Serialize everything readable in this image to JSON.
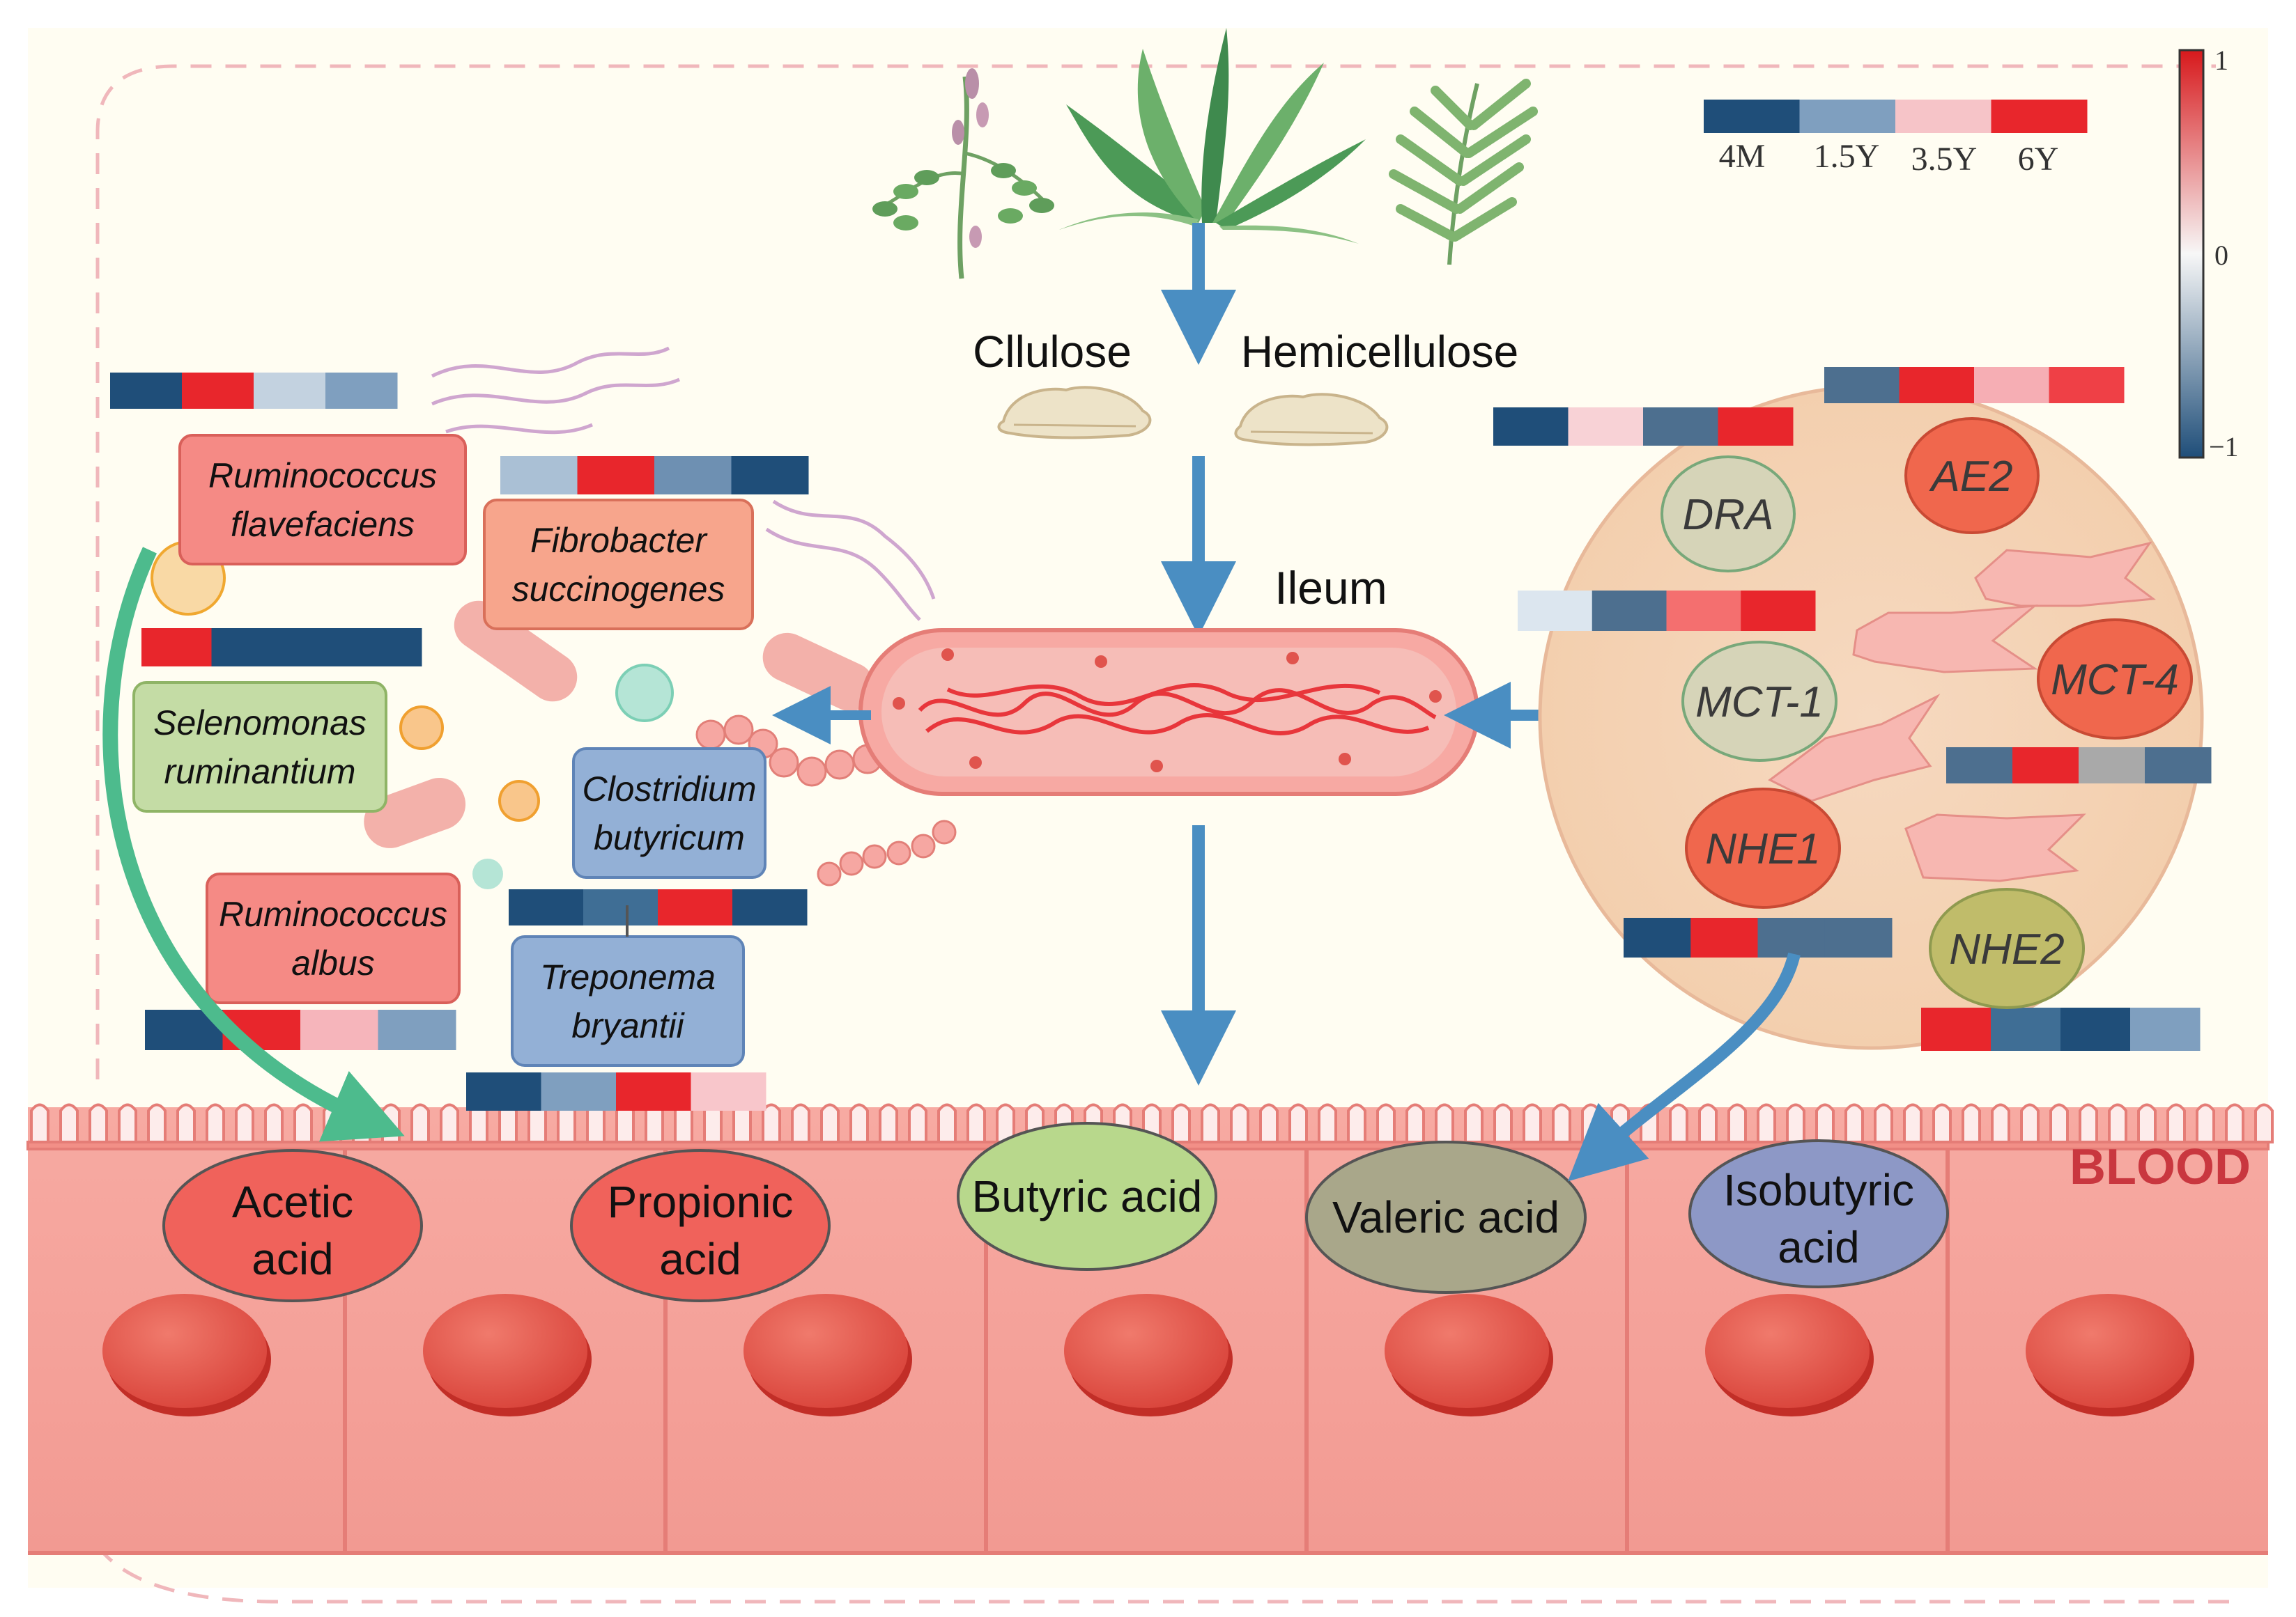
{
  "legend": {
    "time_points": [
      "4M",
      "1.5Y",
      "3.5Y",
      "6Y"
    ],
    "swatch_colors": [
      "#1f4e79",
      "#7f9fbf",
      "#f6c4c8",
      "#e8262c"
    ],
    "colorbar": {
      "max_label": "1",
      "mid_label": "0",
      "min_label": "−1"
    }
  },
  "substrates": {
    "cellulose": "Cllulose",
    "hemicellulose": "Hemicellulose"
  },
  "ileum_label": "Ileum",
  "blood_label": "BLOOD",
  "bacteria": [
    {
      "id": "ruminococcus-flavefaciens",
      "line1": "Ruminococcus",
      "line2": "flavefaciens",
      "heat": [
        "#1f4e79",
        "#e8262c",
        "#c3d2e0",
        "#7f9fbf"
      ]
    },
    {
      "id": "fibrobacter-succinogenes",
      "line1": "Fibrobacter",
      "line2": "succinogenes",
      "heat": [
        "#aac0d5",
        "#e8262c",
        "#6e90b2",
        "#1f4e79"
      ]
    },
    {
      "id": "selenomonas-ruminantium",
      "line1": "Selenomonas",
      "line2": "ruminantium",
      "heat": [
        "#e8262c",
        "#1f4e79",
        "#1f4e79",
        "#1f4e79"
      ]
    },
    {
      "id": "clostridium-butyricum",
      "line1": "Clostridium",
      "line2": "butyricum",
      "heat": [
        "#1f4e79",
        "#3f6e95",
        "#e8262c",
        "#1f4e79"
      ]
    },
    {
      "id": "ruminococcus-albus",
      "line1": "Ruminococcus",
      "line2": "albus",
      "heat": [
        "#1f4e79",
        "#e8262c",
        "#f6b5bb",
        "#7f9fbf"
      ]
    },
    {
      "id": "treponema-bryantii",
      "line1": "Treponema",
      "line2": "bryantii",
      "heat": [
        "#1f4e79",
        "#7f9fbf",
        "#e8262c",
        "#f8c6cb"
      ]
    }
  ],
  "transporters": [
    {
      "id": "dra",
      "label": "DRA",
      "heat": [
        "#1f4e79",
        "#f8d2d6",
        "#4d6f8f",
        "#e8262c"
      ]
    },
    {
      "id": "ae2",
      "label": "AE2",
      "heat": [
        "#4d6f8f",
        "#e8262c",
        "#f6aeb4",
        "#ef4046"
      ]
    },
    {
      "id": "mct-1",
      "label": "MCT-1",
      "heat": [
        "#dce6ef",
        "#4d6f8f",
        "#f46f6f",
        "#e8262c"
      ]
    },
    {
      "id": "mct-4",
      "label": "MCT-4",
      "heat": [
        "#4d6f8f",
        "#e8262c",
        "#a9a9a9",
        "#4d6f8f"
      ]
    },
    {
      "id": "nhe1",
      "label": "NHE1",
      "heat": [
        "#1f4e79",
        "#e8262c",
        "#4d6f8f",
        "#4d6f8f"
      ]
    },
    {
      "id": "nhe2",
      "label": "NHE2",
      "heat": [
        "#e8262c",
        "#3f6e95",
        "#1f4e79",
        "#7f9fbf"
      ]
    }
  ],
  "acids": [
    {
      "id": "acetic",
      "line1": "Acetic",
      "line2": "acid",
      "color": "#f0625b"
    },
    {
      "id": "propionic",
      "line1": "Propionic",
      "line2": "acid",
      "color": "#f0625b"
    },
    {
      "id": "butyric",
      "line1": "Butyric acid",
      "line2": "",
      "color": "#b8d88c"
    },
    {
      "id": "valeric",
      "line1": "Valeric acid",
      "line2": "",
      "color": "#a9a78a"
    },
    {
      "id": "isobutyric",
      "line1": "Isobutyric",
      "line2": "acid",
      "color": "#8d98c6"
    }
  ]
}
